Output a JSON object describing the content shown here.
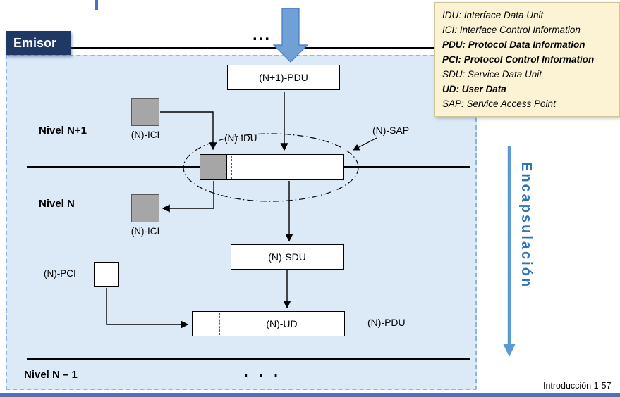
{
  "emisor": {
    "label": "Emisor"
  },
  "legend": {
    "items": [
      {
        "text": "IDU: Interface Data Unit"
      },
      {
        "text": "ICI: Interface Control Information"
      },
      {
        "text": "PDU: Protocol Data Information"
      },
      {
        "text": "PCI: Protocol Control Information"
      },
      {
        "text": "SDU: Service Data Unit"
      },
      {
        "text": "UD: User Data"
      },
      {
        "text": "SAP: Service Access Point"
      }
    ]
  },
  "diagram": {
    "top_ellipsis": "...",
    "bottom_ellipsis": ". . .",
    "level_n_plus_1": "Nivel N+1",
    "level_n": "Nivel N",
    "level_n_minus_1": "Nivel N – 1",
    "pdu_top_label": "(N+1)-PDU",
    "ici_top_label": "(N)-ICI",
    "idu_label": "(N)-IDU",
    "sap_label": "(N)-SAP",
    "ici_bottom_label": "(N)-ICI",
    "sdu_label": "(N)-SDU",
    "pci_label": "(N)-PCI",
    "ud_label": "(N)-UD",
    "pdu_bottom_label": "(N)-PDU"
  },
  "sidebar": {
    "encapsulation_label": "Encapsulación"
  },
  "footer": {
    "text": "Introducción 1-57"
  },
  "colors": {
    "panel_bg": "#DCE9F7",
    "panel_border": "#8EB4E3",
    "emisor_bg": "#1F3864",
    "legend_bg": "#FCF3D5",
    "gray_box": "#A6A6A6",
    "arrow_blue": "#6FA0D6",
    "arrow_blue_stroke": "#4779BE",
    "encapsulation_blue": "#2E74B5",
    "accent_blue": "#4472C4"
  }
}
